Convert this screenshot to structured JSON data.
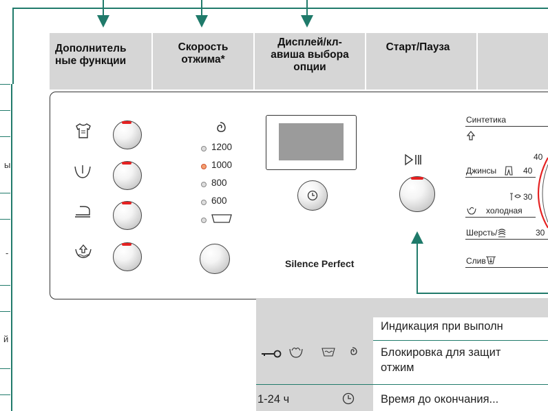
{
  "headers": {
    "extra_functions": [
      "Дополнитель",
      "ные функции"
    ],
    "spin_speed": [
      "Скорость",
      "отжима*"
    ],
    "display_key": [
      "Дисплей/кл-",
      "авиша выбора",
      "опции"
    ],
    "start_pause": [
      "Старт/Пауза"
    ]
  },
  "spin": {
    "options": [
      "1200",
      "1000",
      "800",
      "600"
    ],
    "selected": "1000"
  },
  "brand_label": "Silence Perfect",
  "programs": {
    "synthetics": "Синтетика",
    "temp_40a": "40",
    "jeans": "Джинсы",
    "jeans_temp": "40",
    "delicates_temp": "30",
    "cold": "холодная",
    "wool": "Шерсть/",
    "wool_temp": "30",
    "drain": "Слив"
  },
  "left_table": {
    "chars": [
      "ы",
      "-",
      "й"
    ]
  },
  "bottom": {
    "row1": "Индикация при выполн",
    "row2_line1": "Блокировка для защит",
    "row2_line2": "отжим",
    "row3_time": "1-24 ч",
    "row3_text": "Время до окончания..."
  },
  "colors": {
    "accent_green": "#1f7a6a",
    "knob_mark": "#e52222",
    "header_gray": "#d6d6d6"
  }
}
